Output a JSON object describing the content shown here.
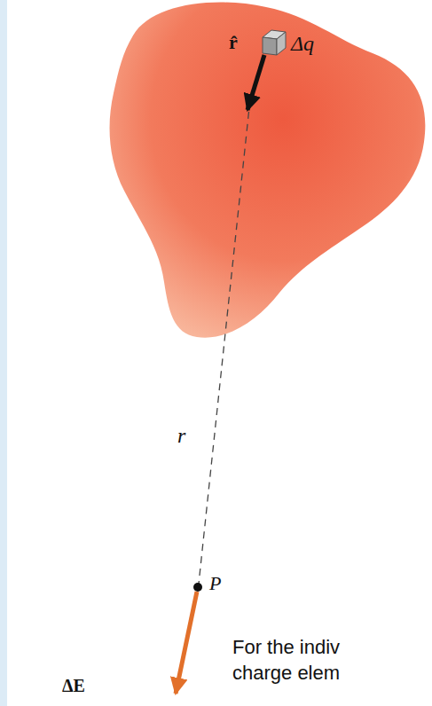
{
  "diagram": {
    "labels": [
      "r̂",
      "Δq",
      "r",
      "P",
      "ΔE",
      "For the indiv charge elem"
    ]
  }
}
